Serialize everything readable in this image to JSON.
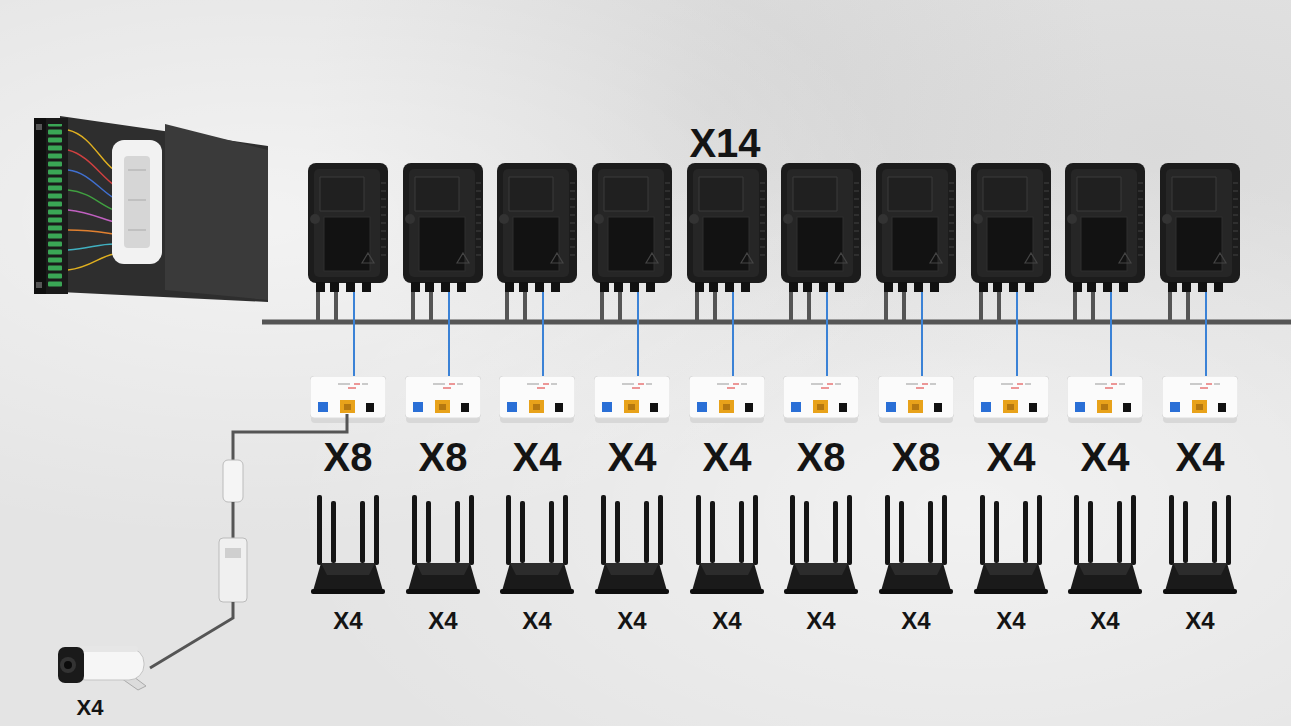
{
  "diagram": {
    "labels": [
      "X14",
      "X8",
      "X8",
      "X4",
      "X4",
      "X4",
      "X8",
      "X8",
      "X4",
      "X4",
      "X4",
      "X4",
      "X4",
      "X4",
      "X4",
      "X4",
      "X4",
      "X4",
      "X4",
      "X4",
      "X4",
      "X4"
    ]
  }
}
